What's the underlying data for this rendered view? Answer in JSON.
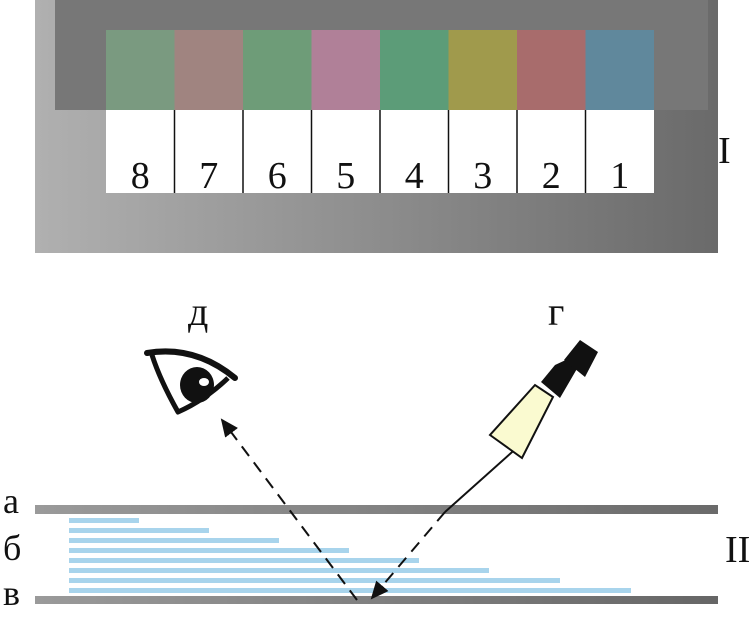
{
  "panel_I": {
    "label": "I",
    "swatches": [
      {
        "number": "8",
        "color": "#7a9a80"
      },
      {
        "number": "7",
        "color": "#a08480"
      },
      {
        "number": "6",
        "color": "#6e9c78"
      },
      {
        "number": "5",
        "color": "#b08098"
      },
      {
        "number": "4",
        "color": "#5c9c78"
      },
      {
        "number": "3",
        "color": "#a09a4c"
      },
      {
        "number": "2",
        "color": "#a86c6c"
      },
      {
        "number": "1",
        "color": "#60889c"
      }
    ]
  },
  "panel_II": {
    "label": "II",
    "layer_labels": {
      "a": "а",
      "b": "б",
      "c": "в"
    },
    "observer_label": "д",
    "lamp_label": "г",
    "layer_color": "#a8d4ec"
  }
}
